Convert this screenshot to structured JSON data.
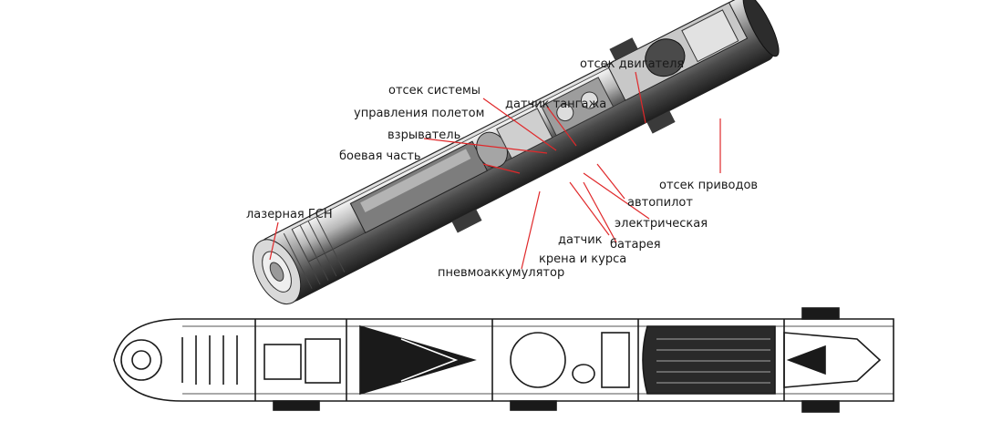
{
  "labels": {
    "engine": "отсек двигателя",
    "control_system_1": "отсек системы",
    "control_system_2": "управления полетом",
    "pitch_sensor": "датчик тангажа",
    "fuze": "взрыватель",
    "warhead": "боевая часть",
    "laser_seeker": "лазерная ГСН",
    "actuators": "отсек приводов",
    "autopilot": "автопилот",
    "battery_1": "электрическая",
    "battery_2": "батарея",
    "roll_yaw_1": "датчик",
    "roll_yaw_2": "крена и курса",
    "accumulator": "пневмоаккумулятор"
  },
  "colors": {
    "leader_line": "#e0282a",
    "ink": "#1a1a1a",
    "body_dark": "#3a3a3a",
    "body_mid": "#8a8a8a",
    "body_light": "#c9c9c9"
  }
}
